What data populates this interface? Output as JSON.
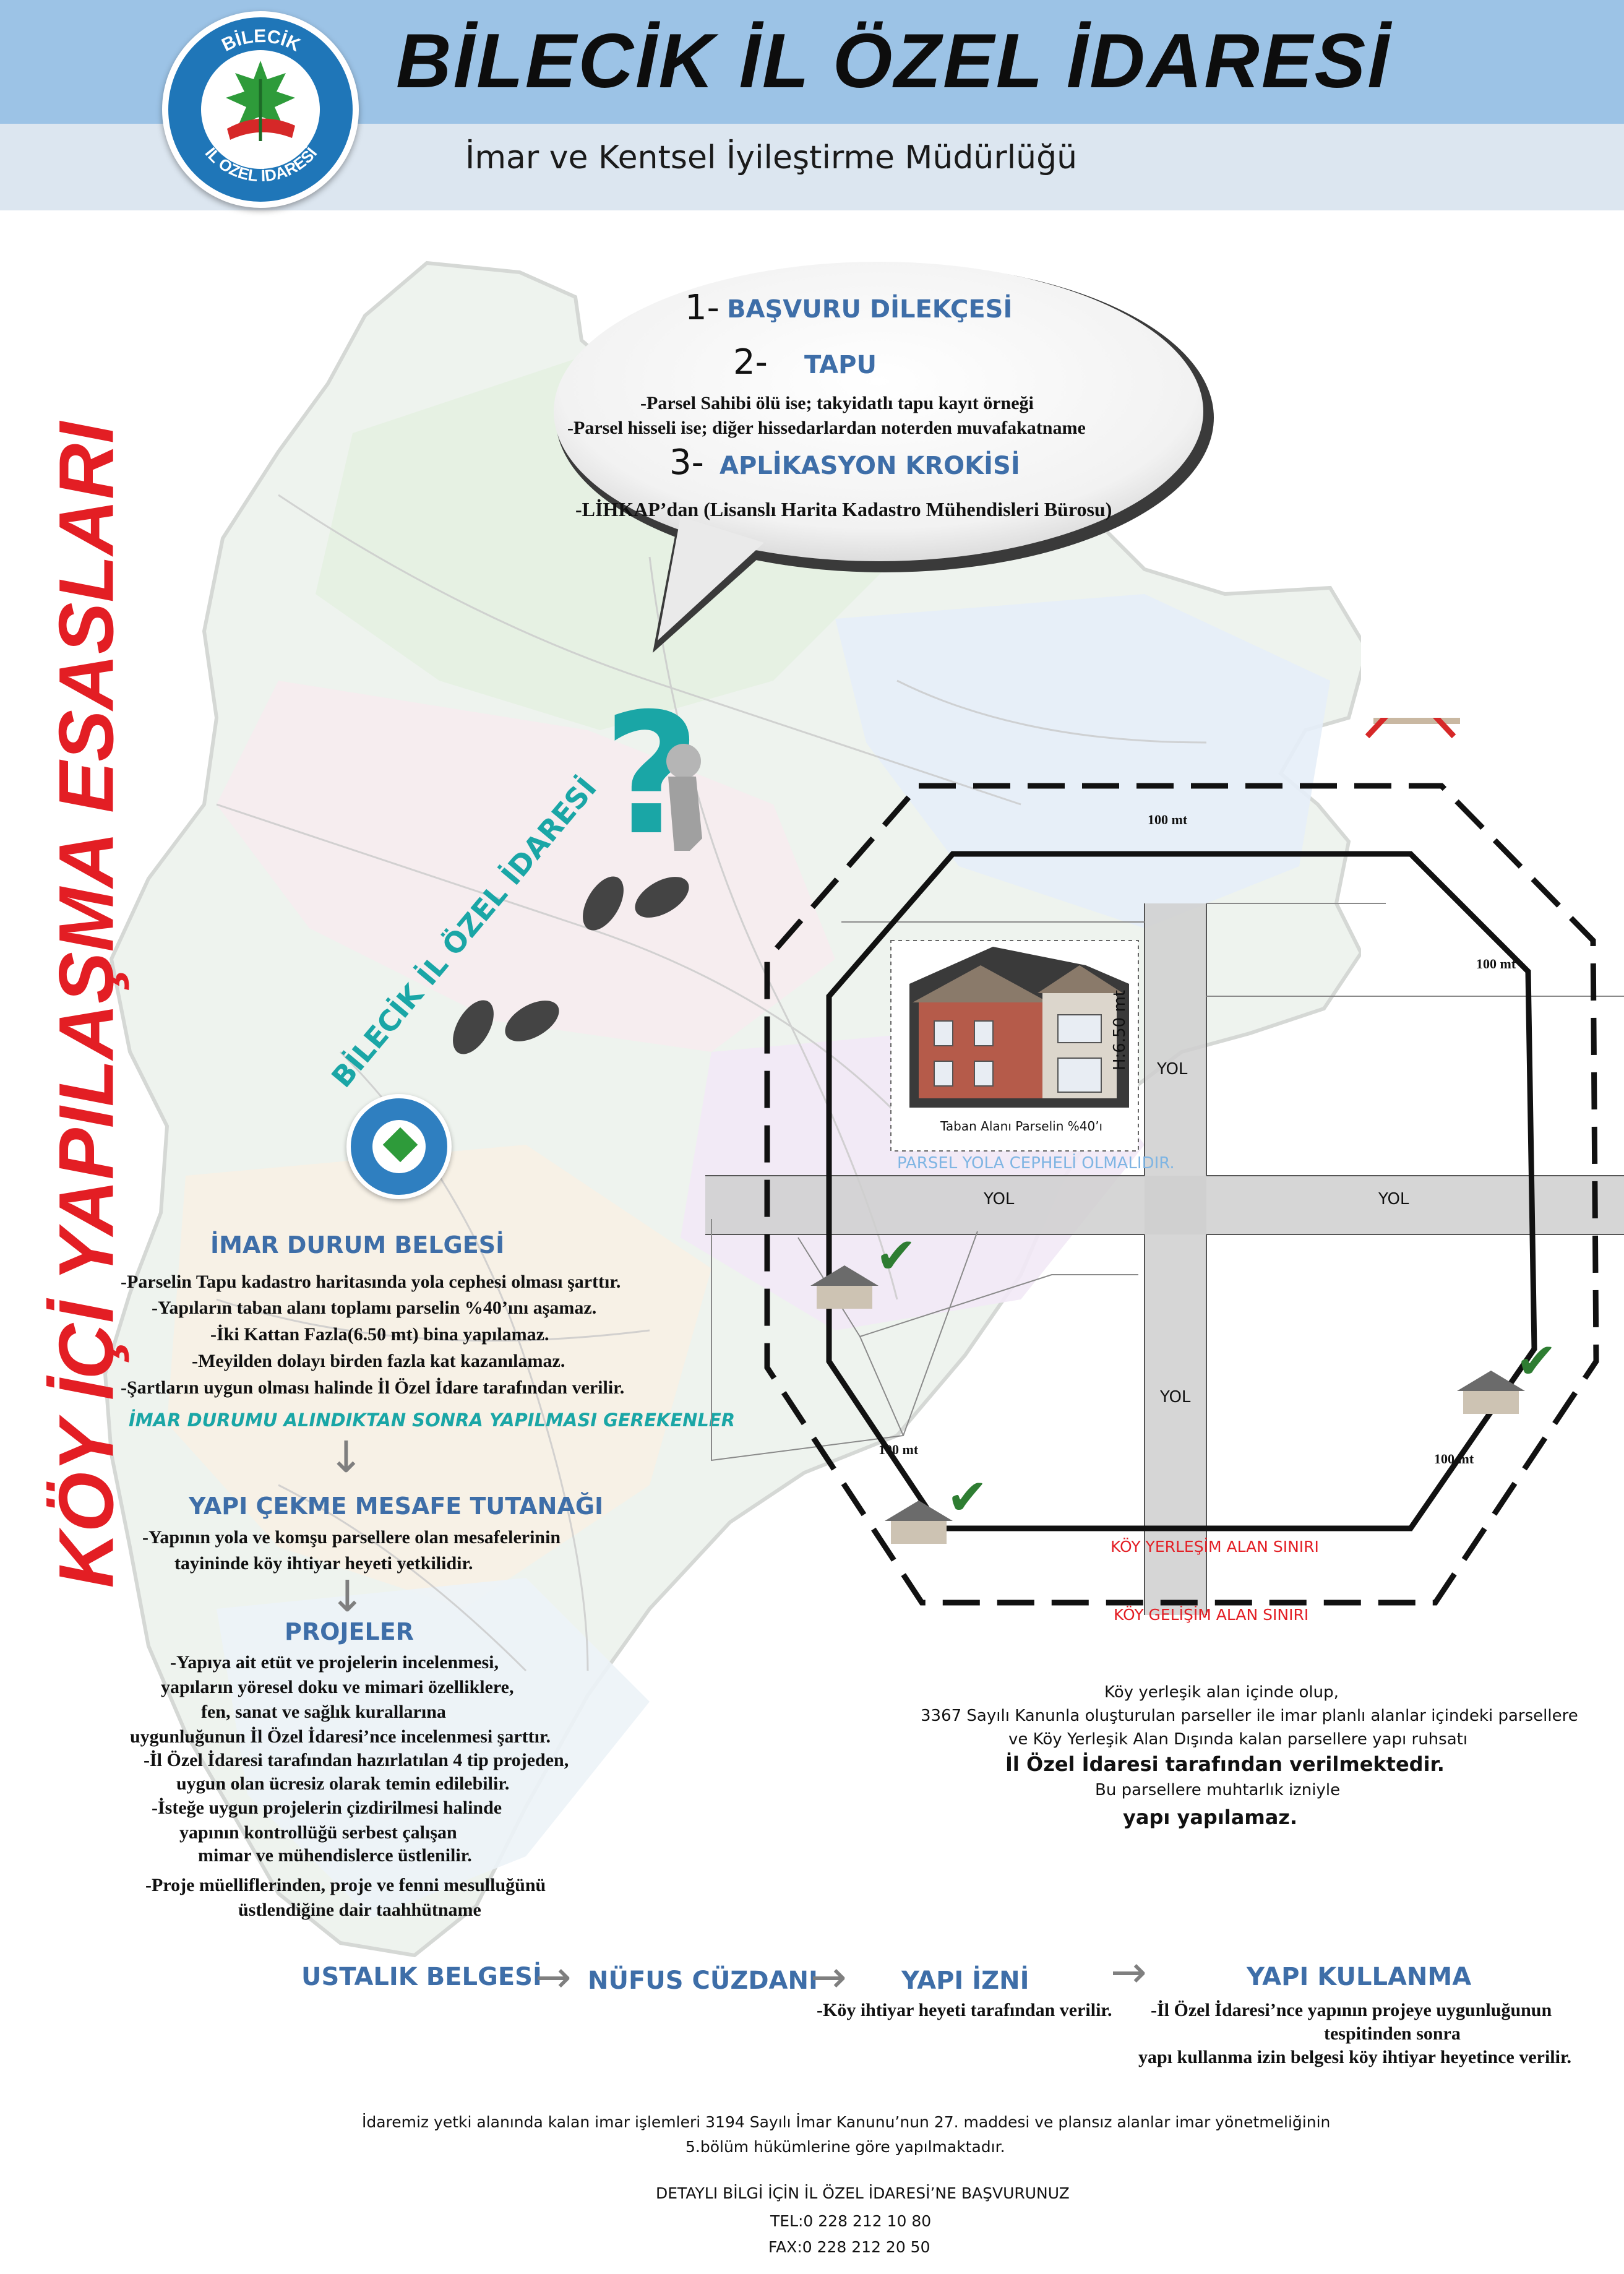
{
  "header": {
    "title": "BİLECİK İL ÖZEL İDARESİ",
    "subtitle": "İmar ve Kentsel İyileştirme Müdürlüğü",
    "logo_top_text": "BİLECİK",
    "logo_bottom_text": "İL ÖZEL İDARESİ"
  },
  "side_title": "KÖY İÇİ YAPILAŞMA ESASLARI",
  "bubble": {
    "step1_num": "1-",
    "step1": "BAŞVURU DİLEKÇESİ",
    "step2_num": "2-",
    "step2": "TAPU",
    "step2_notes": [
      "-Parsel Sahibi ölü ise; takyidatlı tapu kayıt örneği",
      "-Parsel hisseli ise; diğer hissedarlardan noterden muvafakatname"
    ],
    "step3_num": "3-",
    "step3": "APLİKASYON KROKİSİ",
    "step3_note": "-LİHKAP’dan (Lisanslı Harita Kadastro Mühendisleri Bürosu)"
  },
  "diagonal_label": "BİLECİK İL ÖZEL İDARESİ",
  "imar": {
    "heading": "İMAR DURUM BELGESİ",
    "lines": [
      "-Parselin Tapu kadastro haritasında yola cephesi olması şarttır.",
      "-Yapıların taban alanı toplamı parselin %40’ını aşamaz.",
      "-İki Kattan Fazla(6.50 mt) bina yapılamaz.",
      "-Meyilden dolayı  birden fazla kat kazanılamaz.",
      "-Şartların uygun olması halinde İl Özel İdare tarafından verilir."
    ],
    "after": "İMAR DURUMU ALINDIKTAN SONRA  YAPILMASI GEREKENLER"
  },
  "yapi_cekme": {
    "heading": "YAPI ÇEKME MESAFE TUTANAĞI",
    "lines": [
      "-Yapının yola ve komşu parsellere olan mesafelerinin",
      "tayininde köy ihtiyar heyeti yetkilidir."
    ]
  },
  "projeler": {
    "heading": "PROJELER",
    "lines": [
      "-Yapıya ait etüt ve projelerin  incelenmesi,",
      "yapıların yöresel doku ve mimari özelliklere,",
      "fen, sanat ve sağlık kurallarına",
      "uygunluğunun İl Özel İdaresi’nce incelenmesi şarttır.",
      "-İl Özel İdaresi tarafından hazırlatılan 4 tip projeden,",
      "uygun olan ücresiz olarak temin edilebilir.",
      "-İsteğe uygun projelerin çizdirilmesi halinde",
      "yapının kontrollüğü serbest çalışan",
      "mimar ve mühendislerce üstlenilir.",
      "-Proje müelliflerinden, proje ve fenni mesulluğünü",
      "üstlendiğine dair taahhütname"
    ]
  },
  "bottom_flow": {
    "ustalik": "USTALIK BELGESİ",
    "nufus": "NÜFUS CÜZDANI",
    "yapi_izni": "YAPI İZNİ",
    "yapi_izni_note": "-Köy ihtiyar heyeti tarafından verilir.",
    "yapi_kullanma": "YAPI KULLANMA",
    "yapi_kullanma_notes": [
      "-İl Özel İdaresi’nce yapının projeye uygunluğunun",
      "tespitinden sonra",
      "yapı kullanma izin belgesi köy ihtiyar heyetince verilir."
    ]
  },
  "diagram": {
    "house_caption": "Taban Alanı Parselin %40’ı",
    "height_label": "H:6.50 mt",
    "road_front": "PARSEL YOLA CEPHELİ OLMALIDIR.",
    "road_labels": [
      "YOL",
      "YOL",
      "YOL",
      "YOL"
    ],
    "dist_labels": [
      "100 mt",
      "100 mt",
      "100 mt",
      "100 mt"
    ],
    "settlement_border": "KÖY YERLEŞİM ALAN SINIRI",
    "development_border": "KÖY GELİŞİM ALAN SINIRI"
  },
  "info": {
    "lines": [
      "Köy yerleşik alan içinde olup,",
      "3367 Sayılı Kanunla oluşturulan parseller ile imar planlı alanlar içindeki parsellere",
      "ve Köy Yerleşik Alan Dışında kalan parsellere yapı ruhsatı"
    ],
    "bold1": "İl Özel İdaresi tarafından verilmektedir.",
    "line4": "Bu parsellere muhtarlık izniyle",
    "bold2": "yapı yapılamaz."
  },
  "footer": {
    "line1": "İdaremiz yetki alanında kalan imar işlemleri  3194 Sayılı İmar Kanunu’nun 27. maddesi ve plansız alanlar imar yönetmeliğinin",
    "line2": "5.bölüm hükümlerine göre yapılmaktadır.",
    "contact": "DETAYLI BİLGİ İÇİN İL ÖZEL İDARESİ’NE BAŞVURUNUZ",
    "tel": "TEL:0 228 212 10 80",
    "fax": "FAX:0 228 212 20 50"
  },
  "colors": {
    "header_band": "#9cc3e6",
    "sub_band": "#dce6f0",
    "accent_red": "#e31e24",
    "heading_blue": "#3e6ea8",
    "teal": "#1aa6a6"
  }
}
